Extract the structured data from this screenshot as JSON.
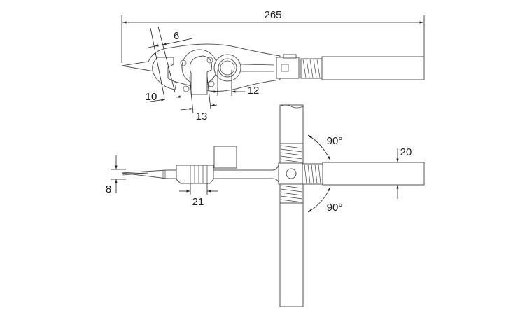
{
  "dimensions": {
    "overall_length": "265",
    "jaw_6": "6",
    "jaw_10": "10",
    "ring_12": "12",
    "opening_13": "13",
    "thickness_8": "8",
    "head_21": "21",
    "handle_20": "20",
    "angle_upper": "90°",
    "angle_lower": "90°"
  }
}
